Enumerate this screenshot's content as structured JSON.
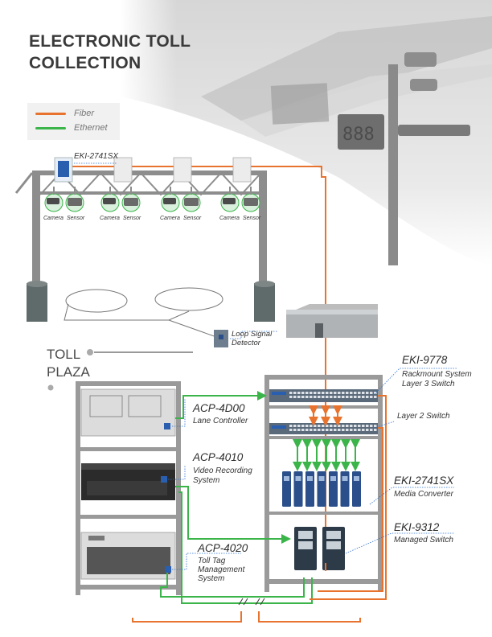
{
  "title": {
    "line1": "ELECTRONIC TOLL",
    "line2": "COLLECTION"
  },
  "legend": {
    "fiber": {
      "label": "Fiber",
      "color": "#e8732e"
    },
    "ethernet": {
      "label": "Ethernet",
      "color": "#3bb54a"
    }
  },
  "gantry": {
    "converter_label": "EKI-2741SX",
    "units": [
      {
        "camera": "Camera",
        "sensor": "Sensor"
      },
      {
        "camera": "Camera",
        "sensor": "Sensor"
      },
      {
        "camera": "Camera",
        "sensor": "Sensor"
      },
      {
        "camera": "Camera",
        "sensor": "Sensor"
      }
    ]
  },
  "loop_detector": {
    "line1": "Loop Signal",
    "line2": "Detector"
  },
  "toll_plaza": {
    "line1": "TOLL",
    "line2": "PLAZA"
  },
  "left_rack": [
    {
      "model": "ACP-4D00",
      "desc1": "Lane Controller",
      "desc2": ""
    },
    {
      "model": "ACP-4010",
      "desc1": "Video Recording",
      "desc2": "System"
    },
    {
      "model": "ACP-4020",
      "desc1": "Toll Tag",
      "desc2": "Management",
      "desc3": "System"
    }
  ],
  "right_rack": {
    "eki9778": {
      "model": "EKI-9778",
      "desc1": "Rackmount System",
      "desc2": "Layer 3 Switch"
    },
    "layer2": {
      "desc": "Layer 2 Switch"
    },
    "eki2741": {
      "model": "EKI-2741SX",
      "desc": "Media Converter"
    },
    "eki9312": {
      "model": "EKI-9312",
      "desc": "Managed Switch"
    }
  },
  "colors": {
    "fiber": "#e8732e",
    "ethernet": "#3bb54a",
    "rack": "#9a9a9a",
    "callout": "#2a6fd1"
  }
}
